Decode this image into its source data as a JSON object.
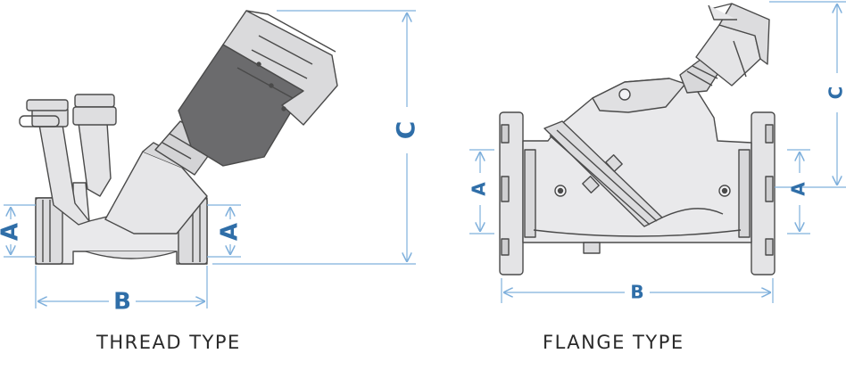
{
  "thread": {
    "caption": "THREAD TYPE",
    "dim_a_left": "A",
    "dim_a_right": "A",
    "dim_b": "B",
    "dim_c": "C"
  },
  "flange": {
    "caption": "FLANGE TYPE",
    "dim_a_left": "A",
    "dim_a_right": "A",
    "dim_b": "B",
    "dim_c": "C"
  },
  "colors": {
    "dimension_line": "#7fb0dc",
    "dimension_label": "#2f6ea8",
    "outline": "#4a4a4a",
    "body_fill": "#e9e9eb",
    "handle_dark": "#6b6b6d"
  }
}
